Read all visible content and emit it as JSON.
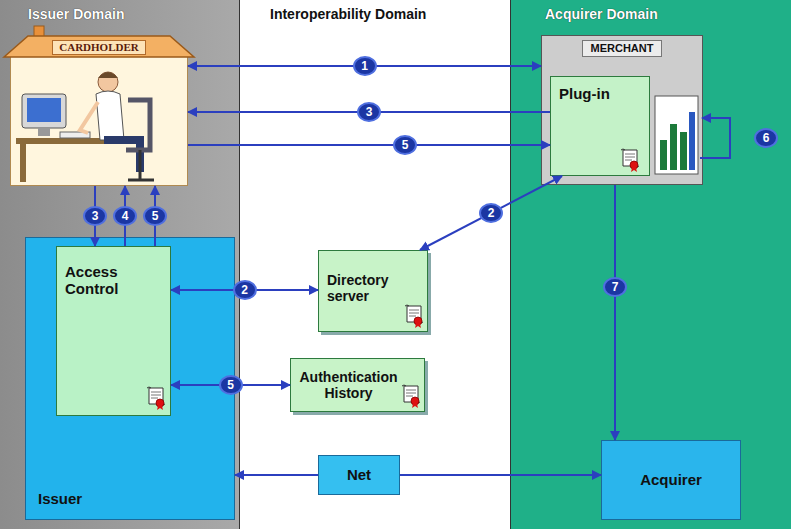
{
  "diagram": {
    "nodes": [
      {
        "text": [
          "Issuer Domain"
        ]
      },
      {
        "text": [
          "Interoperability Domain"
        ]
      },
      {
        "text": [
          "Acquirer Domain"
        ]
      },
      {
        "text": [
          "CARDHOLDER"
        ],
        "in": 0
      },
      {
        "text": [
          "Issuer"
        ],
        "in": 0
      },
      {
        "text": [
          "Access Control"
        ],
        "in": 4
      },
      {
        "text": [
          "Directory server"
        ],
        "in": 1
      },
      {
        "text": [
          "Authentication History"
        ],
        "in": 1
      },
      {
        "text": [
          "Net"
        ],
        "in": 1
      },
      {
        "text": [
          "MERCHANT"
        ],
        "in": 2
      },
      {
        "text": [
          "Plug-in"
        ],
        "in": 9
      },
      {
        "text": [
          "Acquirer"
        ],
        "in": 2
      }
    ],
    "edges": [
      {
        "from": 3,
        "to": 9,
        "arrow": "both",
        "label": "1"
      },
      {
        "from": 10,
        "to": 3,
        "arrow": "to",
        "label": "3"
      },
      {
        "from": 3,
        "to": 10,
        "arrow": "to",
        "label": "5"
      },
      {
        "from": 10,
        "to": 6,
        "arrow": "both",
        "label": "2"
      },
      {
        "from": 5,
        "to": 6,
        "arrow": "both",
        "label": "2"
      },
      {
        "from": 3,
        "to": 5,
        "arrow": "to",
        "label": "3"
      },
      {
        "from": 5,
        "to": 3,
        "arrow": "to",
        "label": "4"
      },
      {
        "from": 5,
        "to": 3,
        "arrow": "to",
        "label": "5"
      },
      {
        "from": 5,
        "to": 7,
        "arrow": "both",
        "label": "5"
      },
      {
        "from": 9,
        "to": 11,
        "arrow": "to",
        "label": "7"
      },
      {
        "from": 8,
        "to": 4,
        "arrow": "to"
      },
      {
        "from": 8,
        "to": 11,
        "arrow": "to"
      }
    ],
    "labels": [
      "6"
    ]
  }
}
